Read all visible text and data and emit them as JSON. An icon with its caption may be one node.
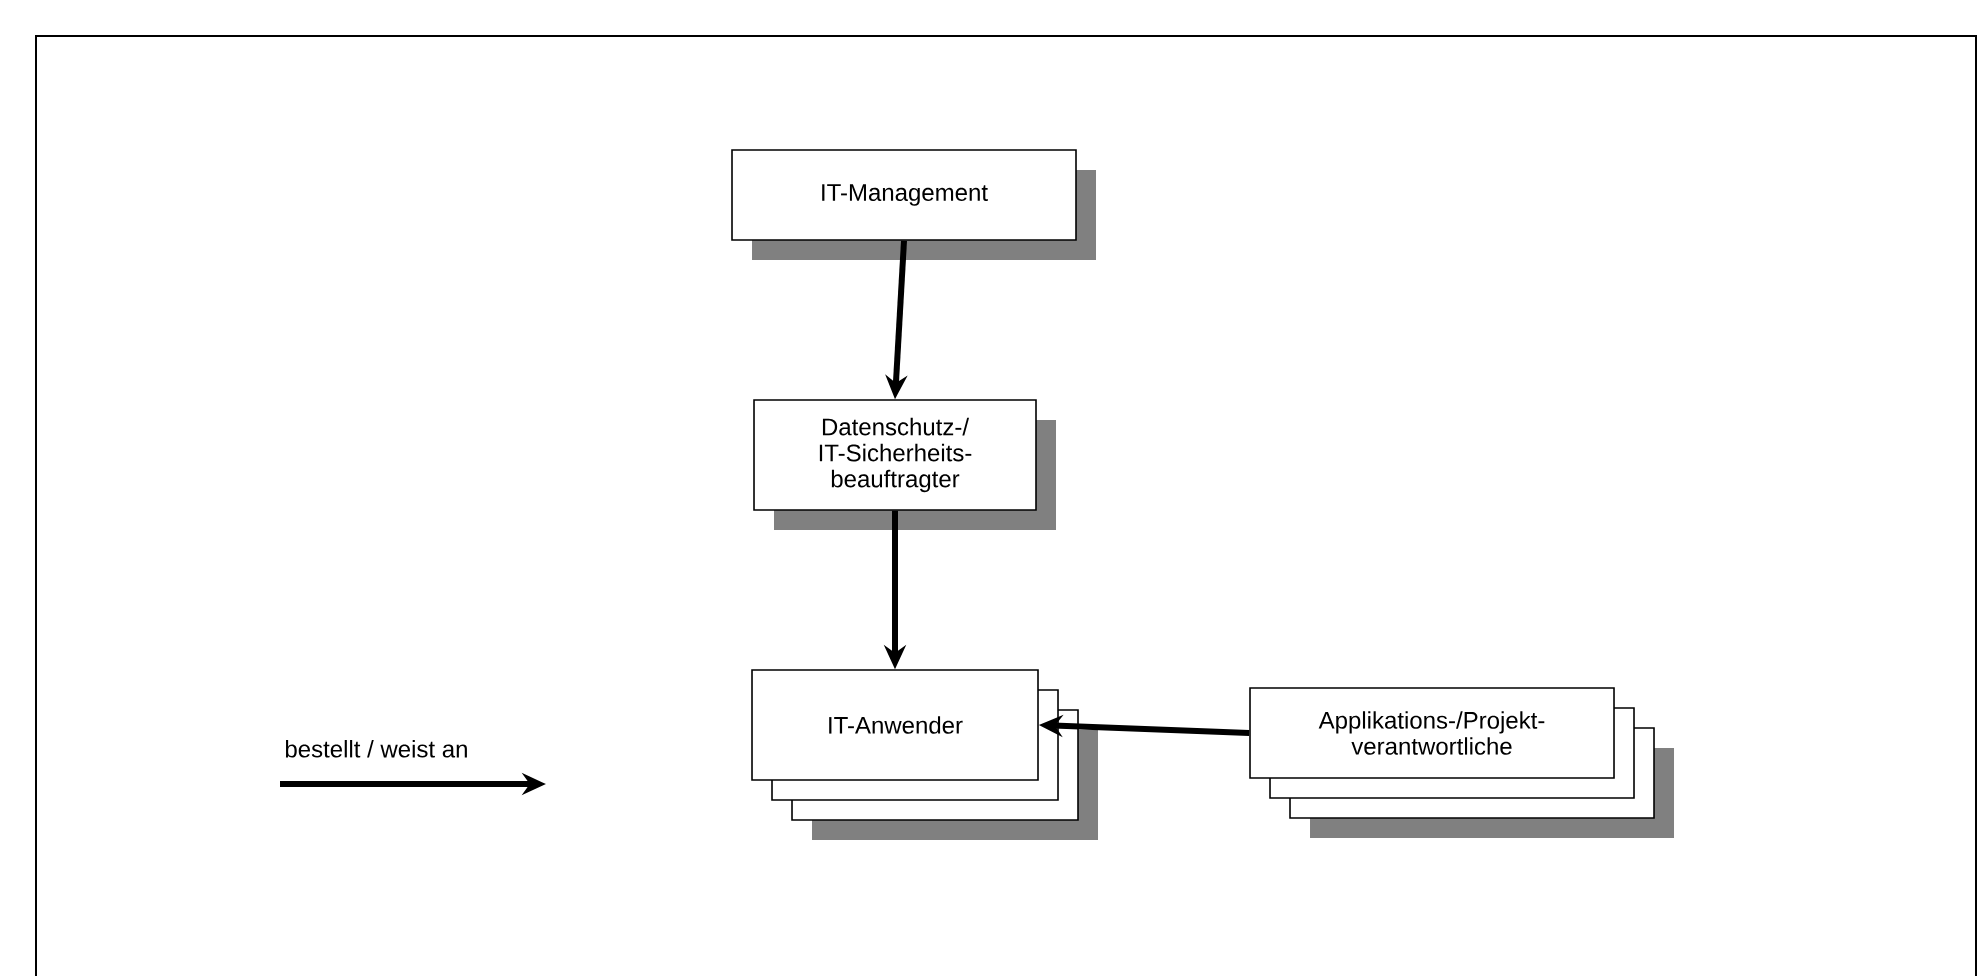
{
  "diagram": {
    "nodes": [
      {
        "text": [
          "IT-Management"
        ]
      },
      {
        "text": [
          "Datenschutz-/ IT-Sicherheits- beauftragter"
        ]
      },
      {
        "text": [
          "IT-Anwender"
        ]
      },
      {
        "text": [
          "Applikations-/Projekt- verantwortliche"
        ]
      }
    ],
    "edges": [
      {
        "from": 0,
        "to": 1,
        "arrow": "to"
      },
      {
        "from": 1,
        "to": 2,
        "arrow": "to"
      },
      {
        "from": 3,
        "to": 2,
        "arrow": "to"
      }
    ],
    "legend": [
      {
        "text": "bestellt / weist an"
      }
    ]
  }
}
